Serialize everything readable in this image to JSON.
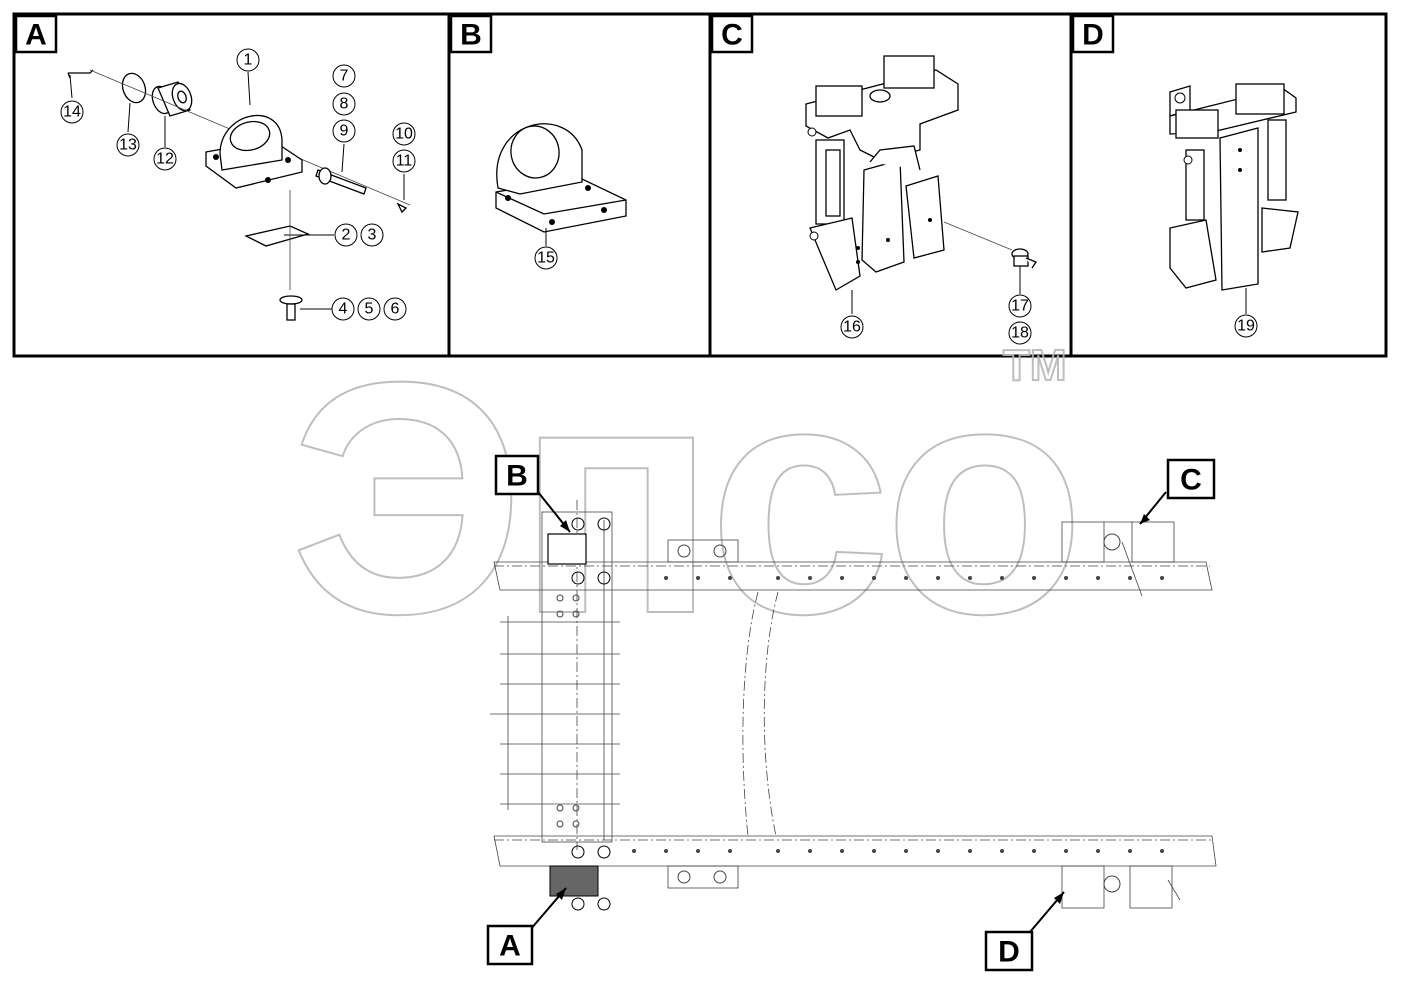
{
  "panels": [
    {
      "id": "A",
      "label": "A"
    },
    {
      "id": "B",
      "label": "B"
    },
    {
      "id": "C",
      "label": "C"
    },
    {
      "id": "D",
      "label": "D"
    }
  ],
  "callouts": {
    "n1": "1",
    "n2": "2",
    "n3": "3",
    "n4": "4",
    "n5": "5",
    "n6": "6",
    "n7": "7",
    "n8": "8",
    "n9": "9",
    "n10": "10",
    "n11": "11",
    "n12": "12",
    "n13": "13",
    "n14": "14",
    "n15": "15",
    "n16": "16",
    "n17": "17",
    "n18": "18",
    "n19": "19"
  },
  "location_labels": {
    "A": "A",
    "B": "B",
    "C": "C",
    "D": "D"
  },
  "watermark": {
    "text": "Эпсо",
    "tm": "TM"
  },
  "colors": {
    "ink": "#000000",
    "watermark": "#b8b8b8",
    "background": "#ffffff"
  }
}
